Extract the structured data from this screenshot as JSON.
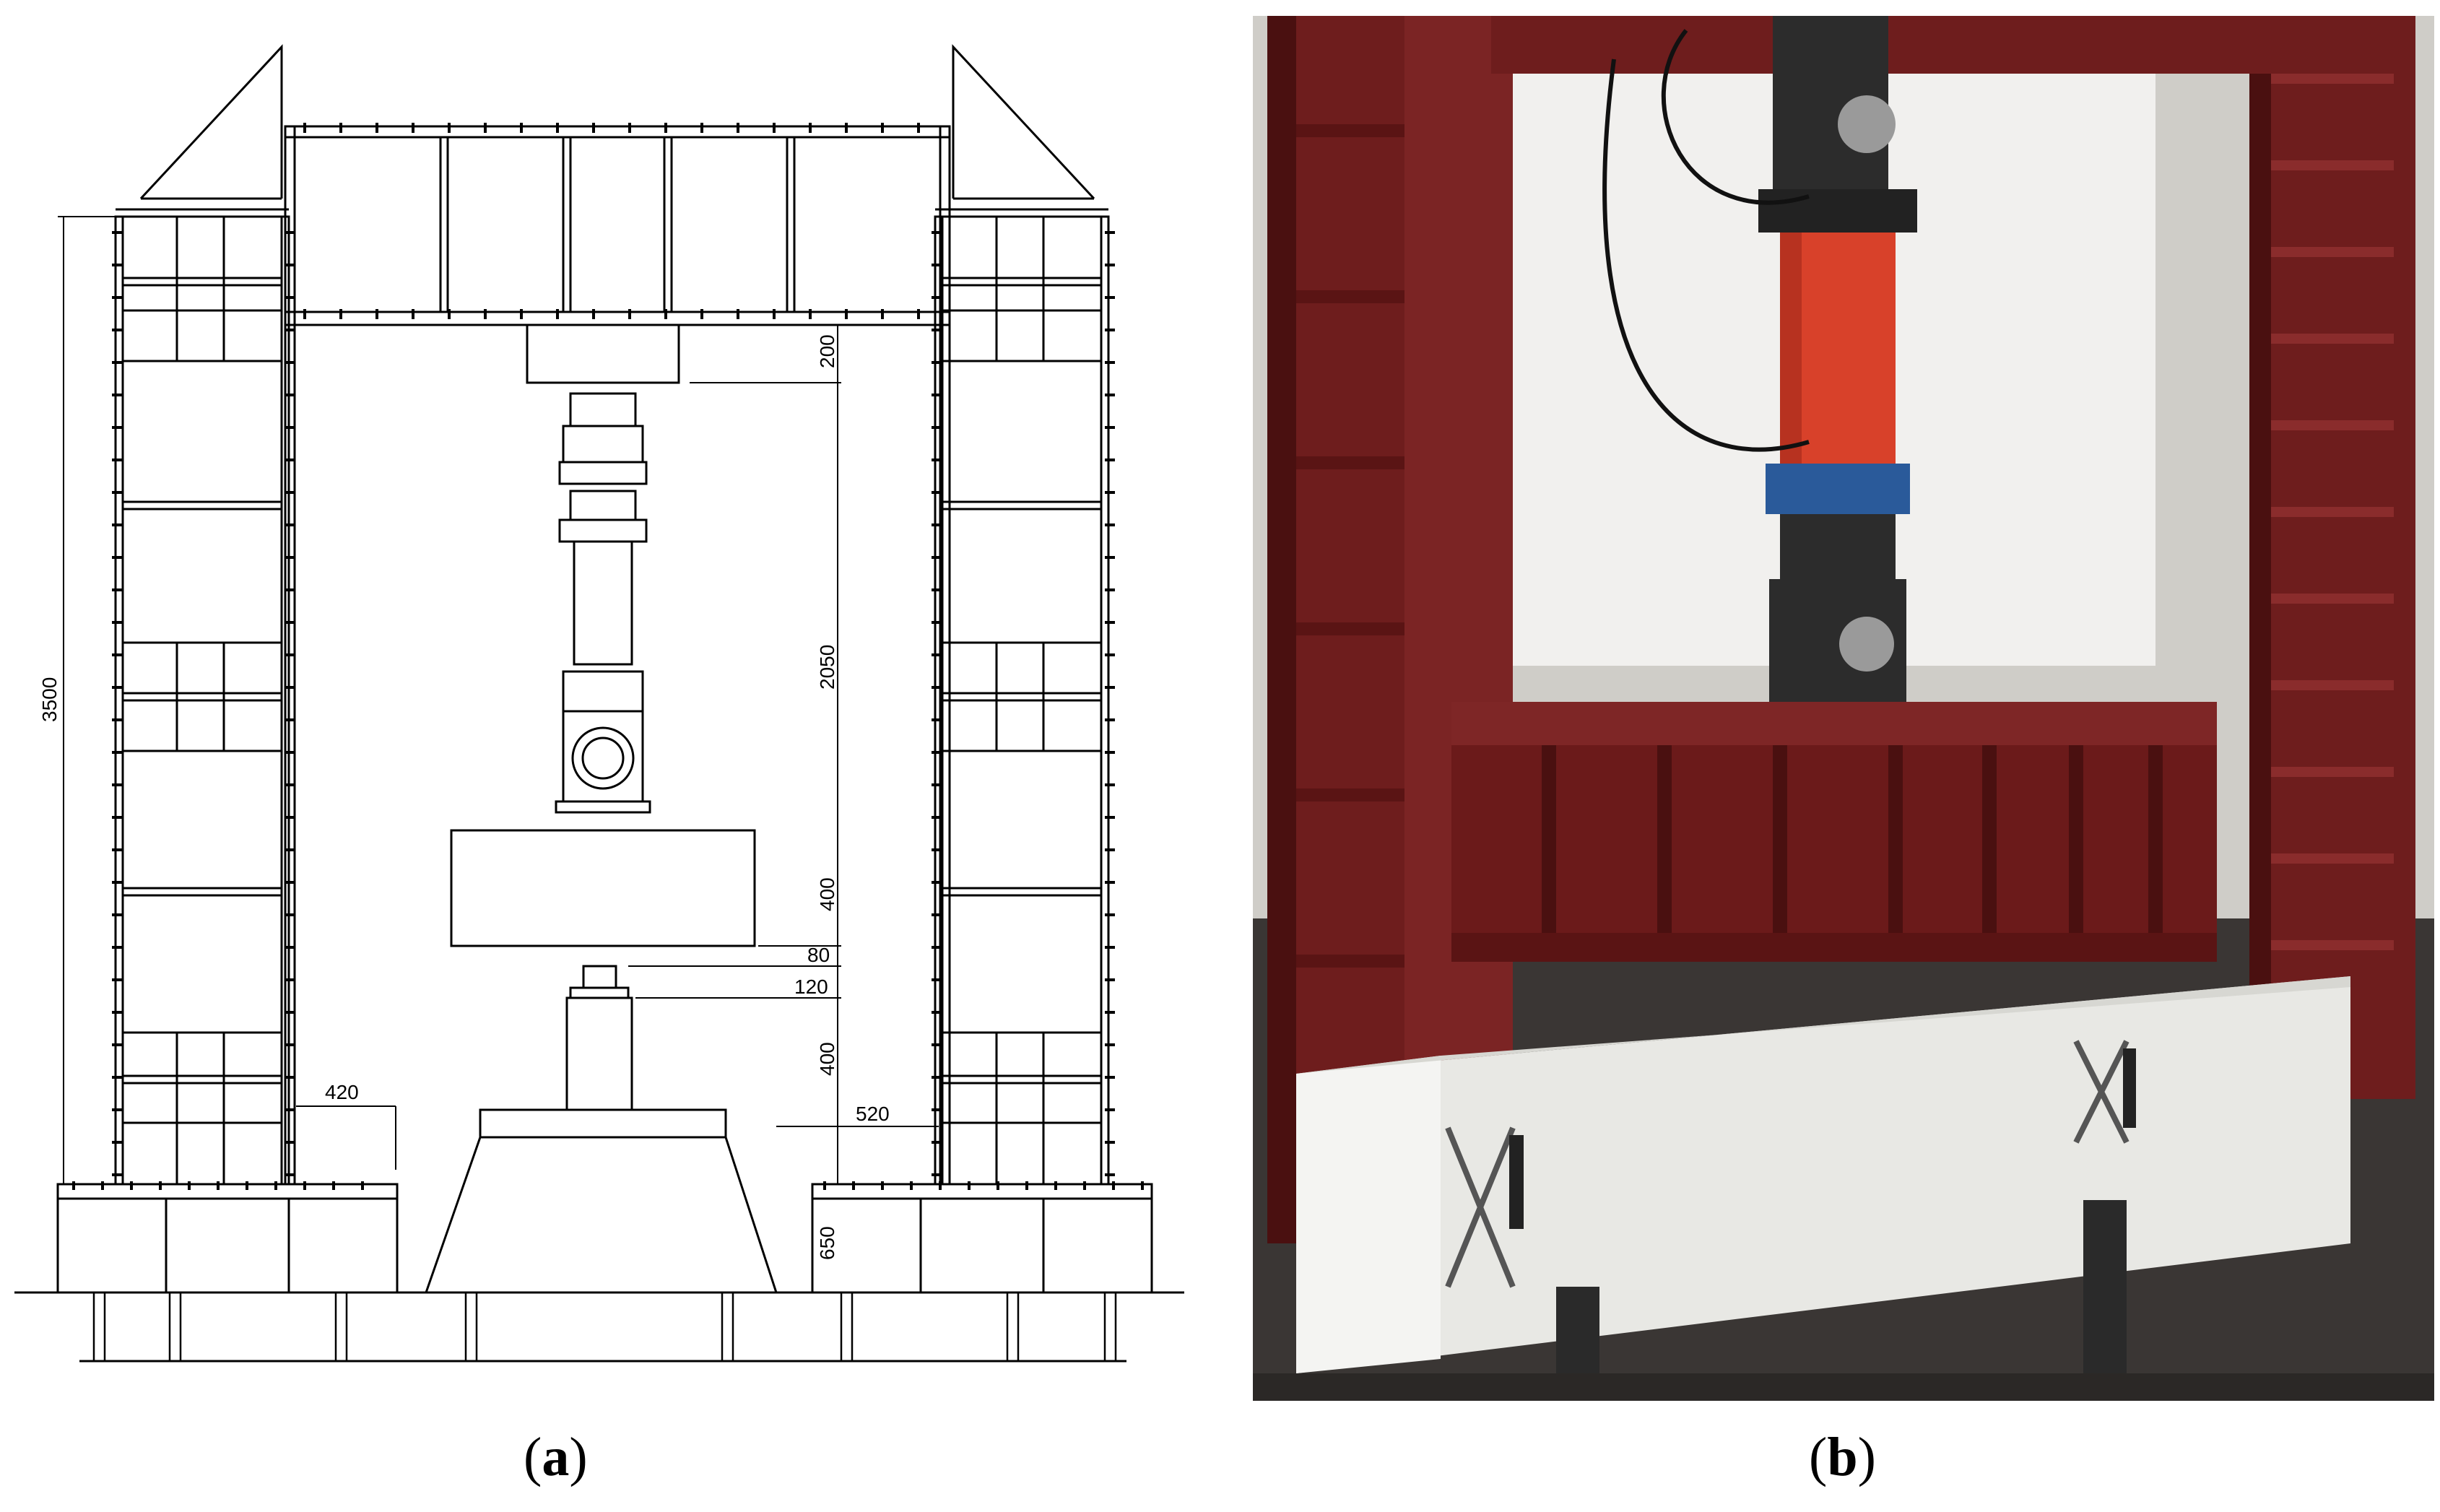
{
  "panel_a": {
    "caption": {
      "open": "(",
      "letter": "a",
      "close": ")"
    },
    "dimensions": {
      "overall_height": "3500",
      "top_gap": "200",
      "actuator_height": "2050",
      "beam_depth": "400",
      "clearance": "80",
      "support_plate": "120",
      "support_height": "400",
      "base_height": "650",
      "left_offset": "420",
      "right_offset": "520"
    }
  },
  "panel_b": {
    "caption": {
      "open": "(",
      "letter": "b",
      "close": ")"
    }
  },
  "colors": {
    "frame": "#6e1d1d",
    "frame_shadow": "#4a1010",
    "actuator_red": "#d8412a",
    "actuator_blue": "#2a5a9a",
    "steel_dark": "#2c2c2c",
    "concrete": "#e8e8e4",
    "line": "#000000"
  }
}
